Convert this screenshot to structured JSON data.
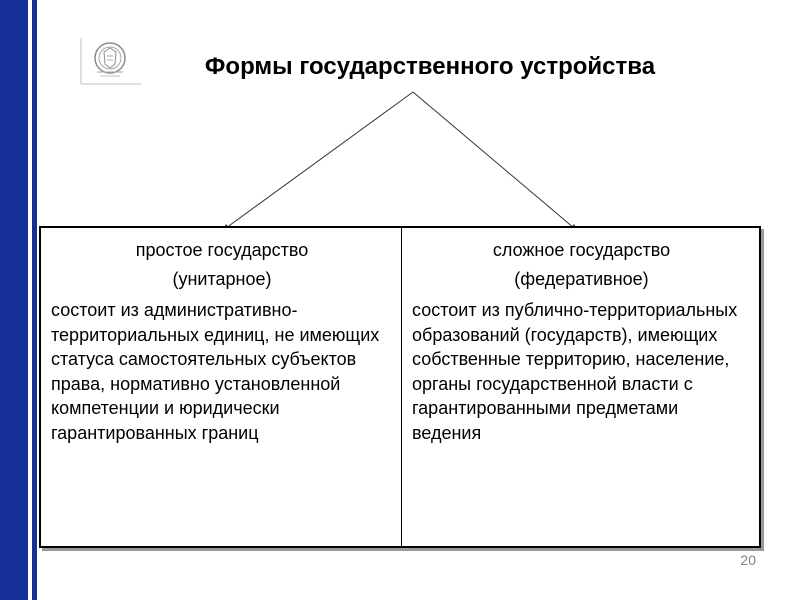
{
  "slide": {
    "title": "Формы государственного устройства",
    "page_number": "20"
  },
  "left_column": {
    "heading_line1": "простое государство",
    "heading_line2": "(унитарное)",
    "body": "состоит из административно-территориальных единиц, не имеющих статуса самостоятельных субъектов права, нормативно установленной компетенции и юридически гарантированных границ"
  },
  "right_column": {
    "heading_line1": "сложное государство",
    "heading_line2": "(федеративное)",
    "body": "состоит из публично-территориальных образований (государств), имеющих собственные территорию, население, органы государственной власти с гарантированными предметами ведения"
  },
  "colors": {
    "accent_bar": "#16309a",
    "text": "#000000",
    "page_number": "#7f7f7f"
  }
}
